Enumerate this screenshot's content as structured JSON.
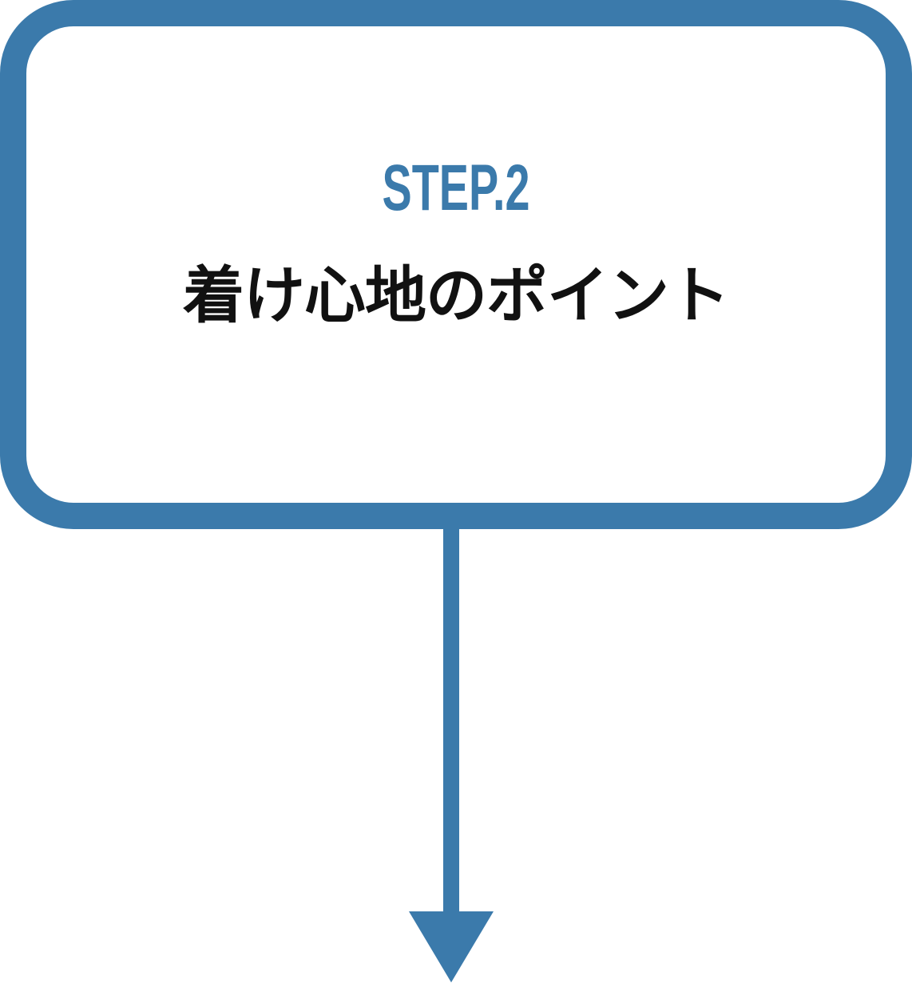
{
  "box": {
    "step_label": "STEP.2",
    "title": "着け心地のポイント"
  },
  "arrow": {
    "icon": "down-arrow-icon",
    "direction": "down"
  },
  "colors": {
    "accent": "#3B7AAB",
    "title_text": "#111111",
    "background": "#FFFFFF"
  }
}
